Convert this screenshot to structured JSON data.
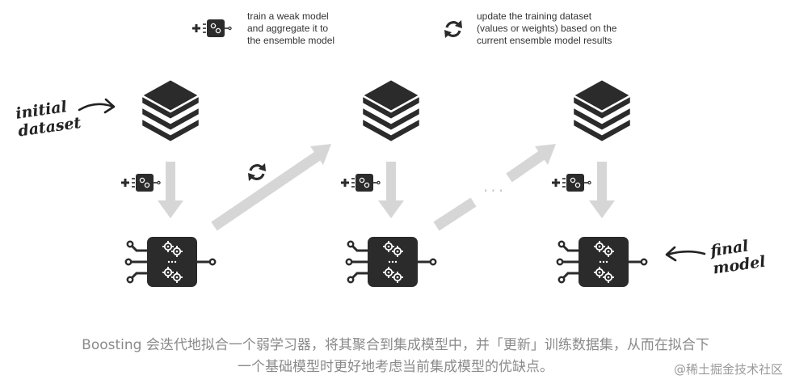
{
  "legend": {
    "train_text": "train a weak model\nand aggregate it to\nthe ensemble model",
    "update_text": "update the training dataset\n(values or weights) based on the\ncurrent ensemble model results",
    "train_icon": "plus-gear-chip-icon",
    "update_icon": "refresh-cycle-icon"
  },
  "annotations": {
    "initial": "initial\ndataset",
    "final": "final\nmodel",
    "ellipsis": "..."
  },
  "caption": {
    "line1": "Boosting 会迭代地拟合一个弱学习器，将其聚合到集成模型中，并「更新」训练数据集，从而在拟合下",
    "line2": "一个基础模型时更好地考虑当前集成模型的优缺点。"
  },
  "watermark": "@稀土掘金技术社区",
  "colors": {
    "dark": "#222222",
    "arrow": "#d6d6d6",
    "caption": "#8a8a8a"
  }
}
